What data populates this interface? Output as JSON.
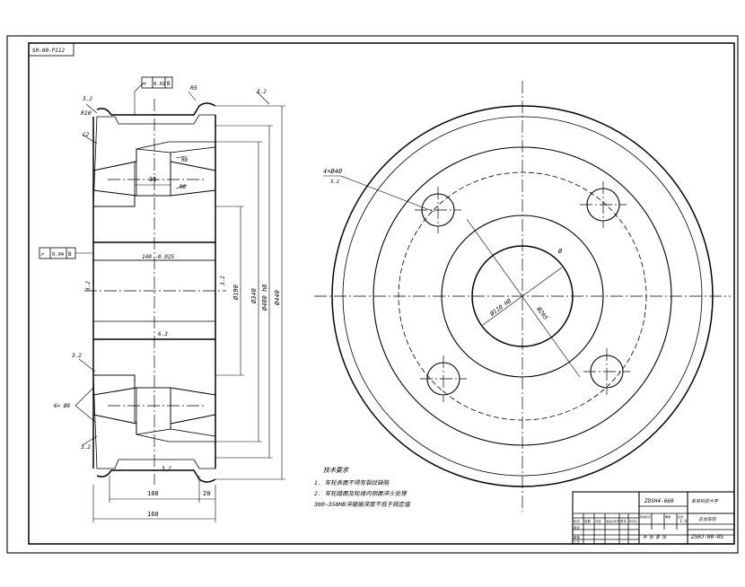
{
  "drawing": {
    "corner_code": "SH-00-P112",
    "section": {
      "flatness_tol": "0.02",
      "flatness_datum": "B",
      "runout_tol": "0.04",
      "runout_datum": "B",
      "labels": {
        "roughness_top_left": "3.2",
        "r10": "R10",
        "r5": "R5",
        "roughness_top_right": "3.2",
        "chamfer_c2": "C2",
        "r8": "R8",
        "r8b": "R8",
        "dim_35": "35",
        "bore_140": "140 -0.025",
        "roughness_left_bore": "3.2",
        "roughness_right_bore": "3.2",
        "roughness_center": "6.3",
        "dia_190": "Ø190",
        "dia_340": "Ø340",
        "dia_400": "Ø400 h8",
        "dia_440": "Ø440",
        "roughness_lower_left": "3.2",
        "note_6x": "6× Ø8",
        "roughness_bottom_left": "3.2",
        "roughness_bottom_center": "3.2",
        "dim_100": "100",
        "dim_20": "20",
        "dim_160": "160"
      }
    },
    "plan": {
      "hole_callout": "4×Ø40",
      "roughness_hole": "3.2",
      "dia_pcd": "Ø",
      "dia_1100": "Ø110 H8",
      "dia_265": "Ø265"
    },
    "notes": {
      "heading": "技术要求",
      "line1": "1. 车轮表面不得有裂纹缺陷",
      "line2": "2. 车轮踏面及轮缘内侧面淬火处理",
      "line3": "300~350HB淬硬层深度不低于规定值"
    },
    "title_block": {
      "drawing_title": "ZDSH4-660",
      "school": "某某科技大学",
      "part_name": "主动车轮",
      "drawing_no": "ZSHJ-00-05",
      "scale": "1:4",
      "sheet": "共 张 第 张",
      "col_labels": [
        "标记",
        "处数",
        "分区",
        "更改文件号",
        "签名",
        "年月日"
      ],
      "role_labels": [
        "设计",
        "审核",
        "工艺"
      ],
      "stage_labels": [
        "阶段标记",
        "重量",
        "比例"
      ]
    }
  }
}
